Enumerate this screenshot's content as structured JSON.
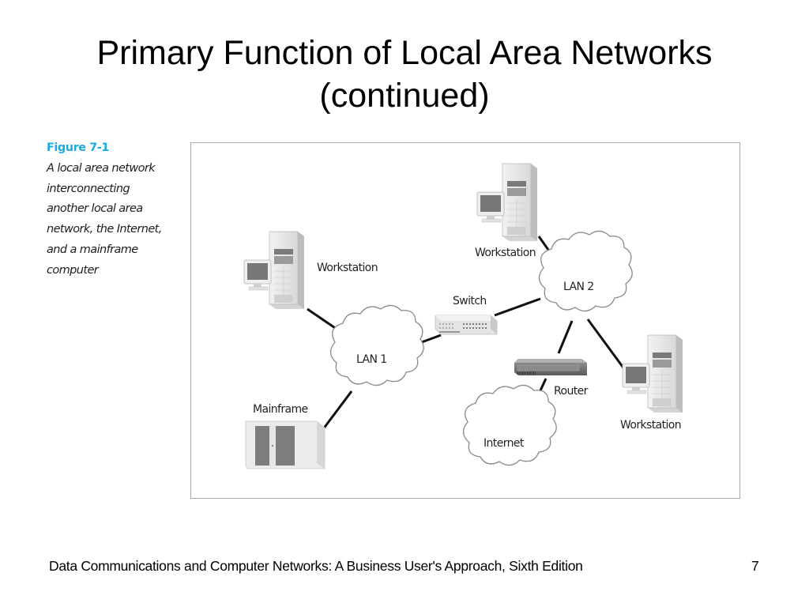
{
  "slide": {
    "title_lines": [
      "Primary Function of Local Area Networks",
      "(continued)"
    ],
    "footer": "Data Communications and Computer Networks: A Business User's Approach, Sixth Edition",
    "page_number": "7"
  },
  "caption": {
    "figure_label": "Figure 7-1",
    "lines": [
      "A local area network",
      "interconnecting",
      "another local area",
      "network, the Internet,",
      "and a mainframe",
      "computer"
    ],
    "accent_color": "#1ea9e1"
  },
  "diagram": {
    "nodes": [
      {
        "id": "ws1",
        "type": "workstation",
        "label": "Workstation",
        "icon": "workstation-icon"
      },
      {
        "id": "ws2",
        "type": "workstation",
        "label": "Workstation",
        "icon": "workstation-icon"
      },
      {
        "id": "ws3",
        "type": "workstation",
        "label": "Workstation",
        "icon": "workstation-icon"
      },
      {
        "id": "lan1",
        "type": "cloud",
        "label": "LAN 1",
        "icon": "cloud-icon"
      },
      {
        "id": "lan2",
        "type": "cloud",
        "label": "LAN 2",
        "icon": "cloud-icon"
      },
      {
        "id": "internet",
        "type": "cloud",
        "label": "Internet",
        "icon": "cloud-icon"
      },
      {
        "id": "switch",
        "type": "switch",
        "label": "Switch",
        "icon": "switch-icon"
      },
      {
        "id": "router",
        "type": "router",
        "label": "Router",
        "icon": "router-icon"
      },
      {
        "id": "mainframe",
        "type": "mainframe",
        "label": "Mainframe",
        "icon": "mainframe-icon"
      }
    ],
    "edges": [
      [
        "ws1",
        "lan1"
      ],
      [
        "lan1",
        "switch"
      ],
      [
        "switch",
        "lan2"
      ],
      [
        "lan1",
        "mainframe"
      ],
      [
        "ws2",
        "lan2"
      ],
      [
        "lan2",
        "router"
      ],
      [
        "lan2",
        "ws3"
      ],
      [
        "router",
        "internet"
      ]
    ]
  }
}
